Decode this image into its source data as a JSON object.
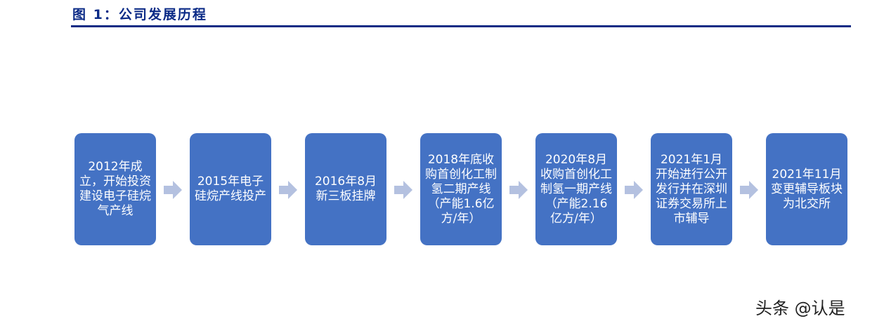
{
  "figure": {
    "title": "图 1：公司发展历程"
  },
  "colors": {
    "title": "#0a2a86",
    "rule": "#0d2b84",
    "box": "#4472c4",
    "box_text": "#ffffff",
    "arrow": "#b4c1e0"
  },
  "steps": [
    {
      "label": "2012年成立，开始投资建设电子硅烷气产线"
    },
    {
      "label": "2015年电子硅烷产线投产"
    },
    {
      "label": "2016年8月新三板挂牌"
    },
    {
      "label": "2018年底收购首创化工制氢二期产线（产能1.6亿方/年）"
    },
    {
      "label": "2020年8月收购首创化工制氢一期产线（产能2.16亿方/年）"
    },
    {
      "label": "2021年1月开始进行公开发行并在深圳证券交易所上市辅导"
    },
    {
      "label": "2021年11月变更辅导板块为北交所"
    }
  ],
  "arrows": [
    {
      "icon": "right-arrow-icon"
    },
    {
      "icon": "right-arrow-icon"
    },
    {
      "icon": "right-arrow-icon"
    },
    {
      "icon": "right-arrow-icon"
    },
    {
      "icon": "right-arrow-icon"
    },
    {
      "icon": "right-arrow-icon"
    }
  ],
  "watermark": "头条 @认是"
}
